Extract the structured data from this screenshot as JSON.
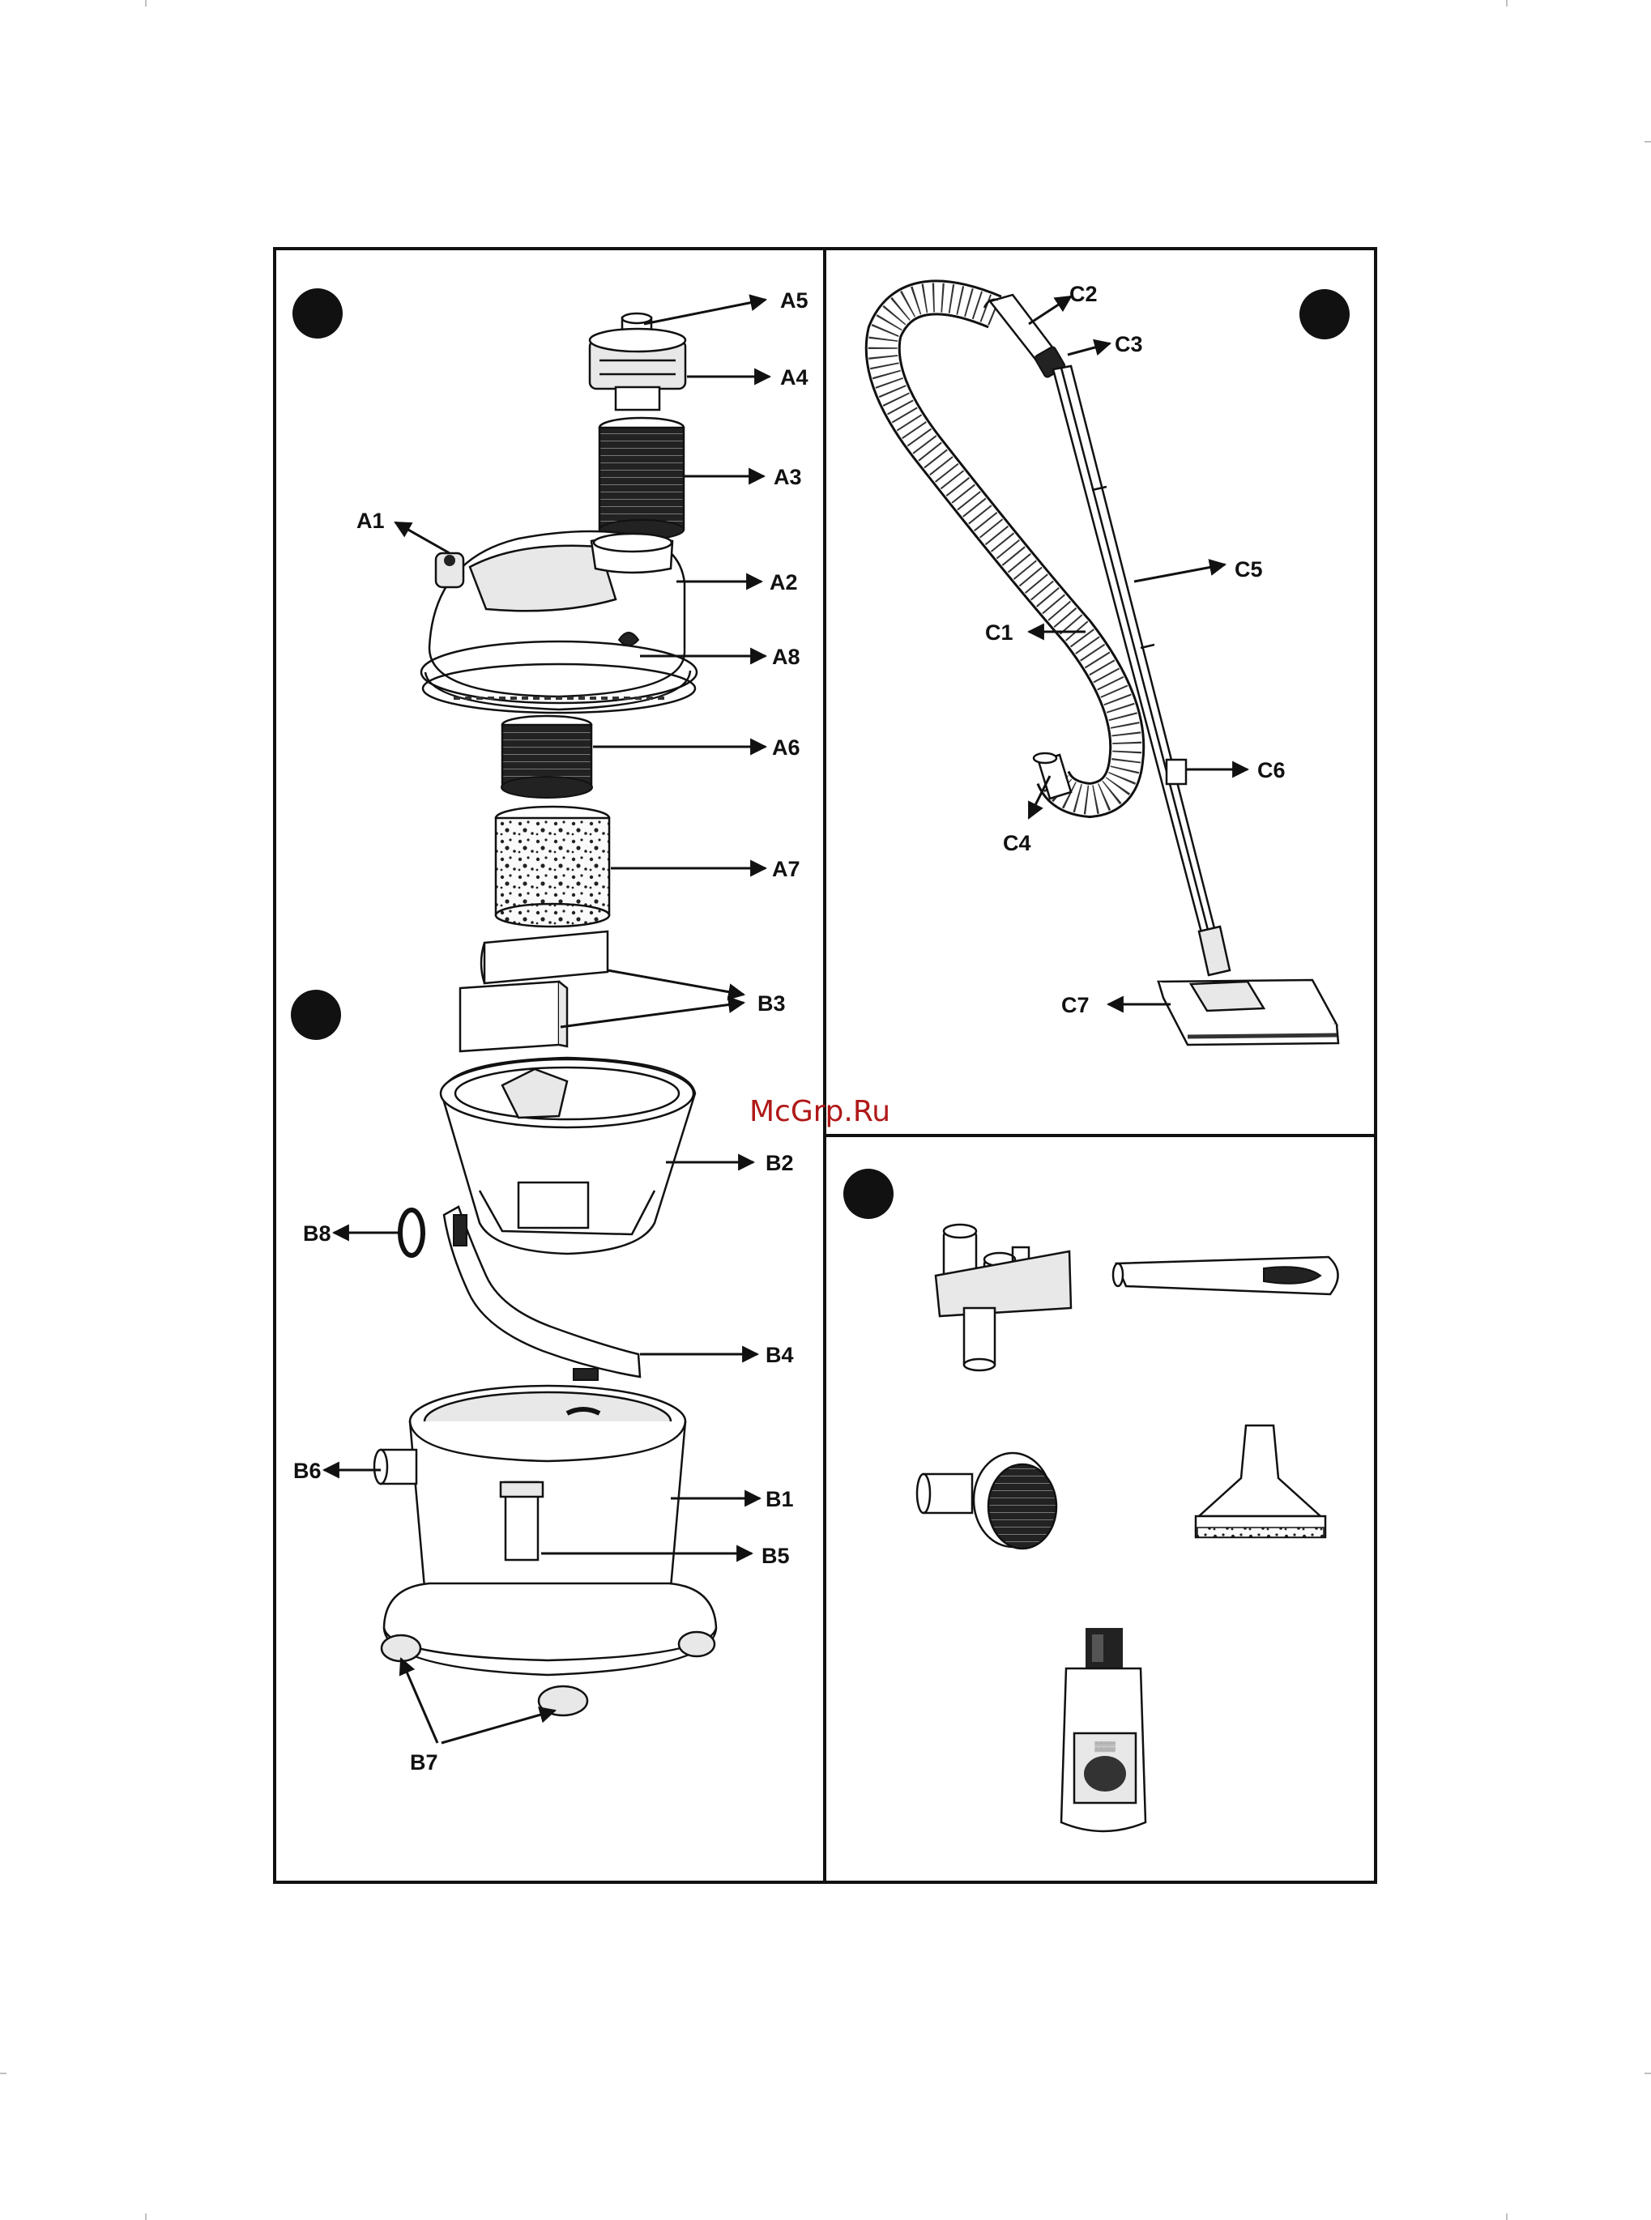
{
  "watermark": "McGrp.Ru",
  "panel_a": {
    "labels": {
      "a1": "A1",
      "a2": "A2",
      "a3": "A3",
      "a4": "A4",
      "a5": "A5",
      "a6": "A6",
      "a7": "A7",
      "a8": "A8"
    }
  },
  "panel_b": {
    "labels": {
      "b1": "B1",
      "b2": "B2",
      "b3": "B3",
      "b4": "B4",
      "b5": "B5",
      "b6": "B6",
      "b7": "B7",
      "b8": "B8"
    }
  },
  "panel_c": {
    "labels": {
      "c1": "C1",
      "c2": "C2",
      "c3": "C3",
      "c4": "C4",
      "c5": "C5",
      "c6": "C6",
      "c7": "C7"
    }
  },
  "colors": {
    "ink": "#111111",
    "watermark": "#b01818",
    "paper": "#ffffff"
  }
}
